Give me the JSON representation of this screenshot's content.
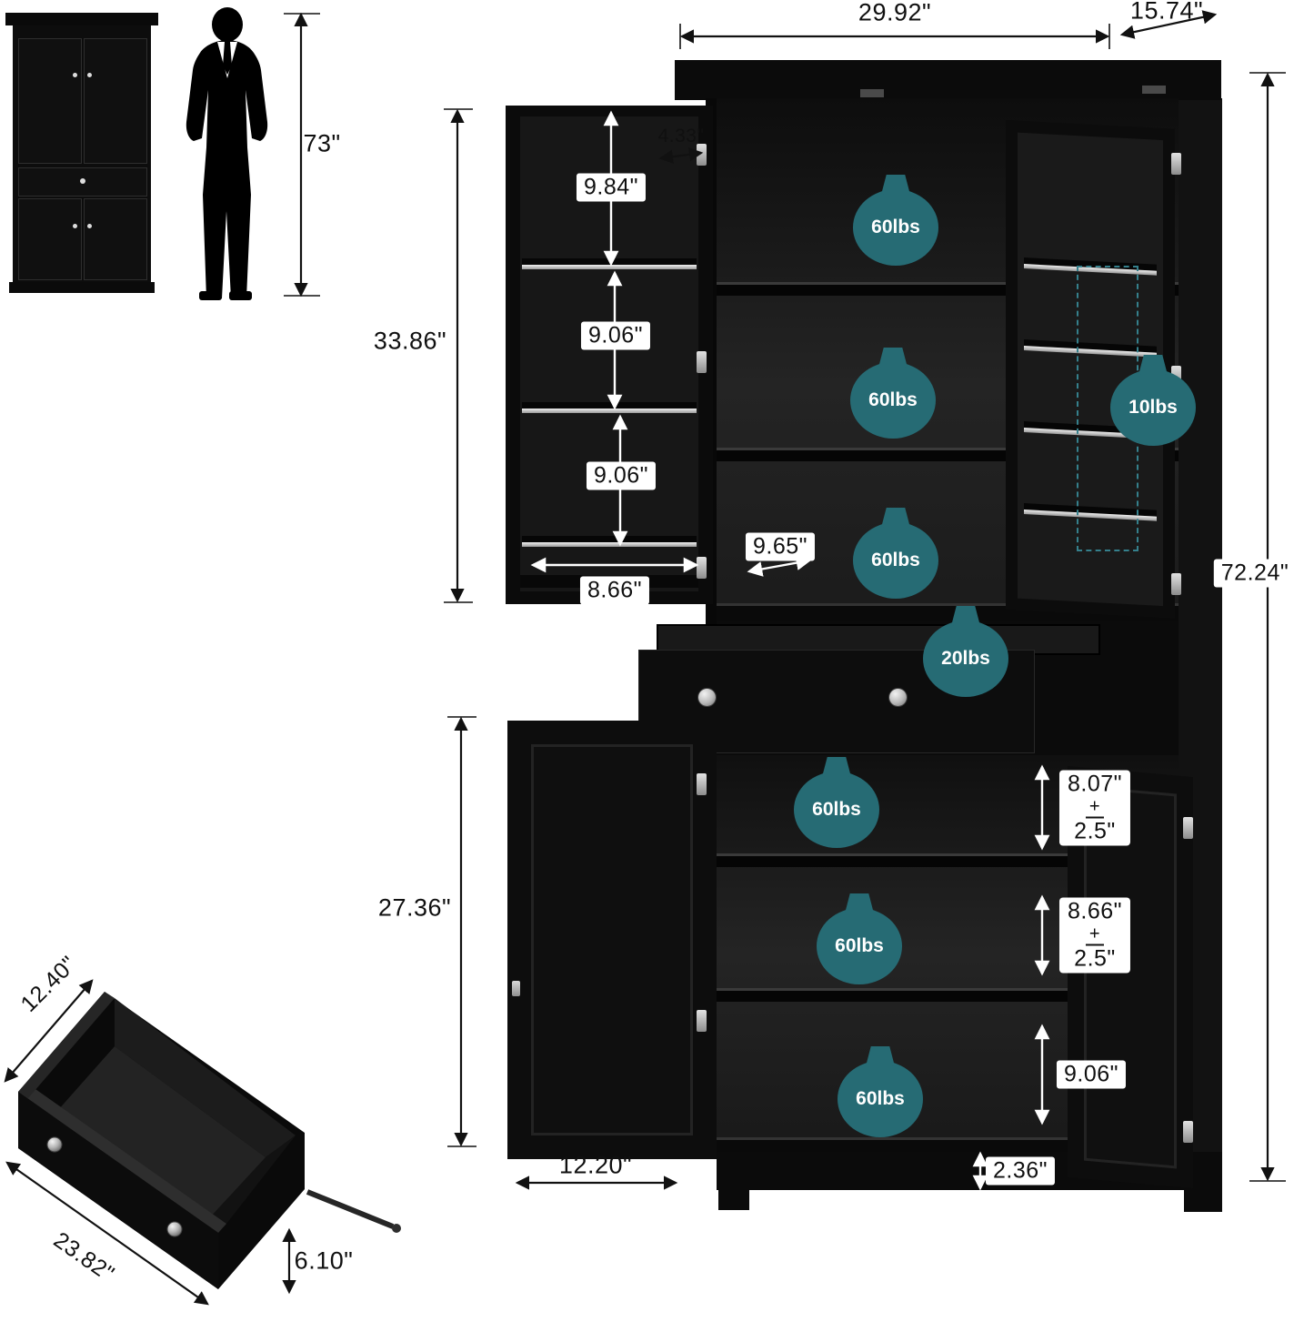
{
  "meta": {
    "type": "product-dimension-diagram"
  },
  "colors": {
    "cabinet": "#0c0c0c",
    "interior": "#1a1a1a",
    "badge_teal": "#266b74",
    "metal": "#c3c3c3",
    "dimension_text": "#111111",
    "highlight_dash": "#35808c"
  },
  "person": {
    "height": "73\""
  },
  "cabinet": {
    "overall": {
      "width": "29.92\"",
      "depth": "15.74\"",
      "height": "72.24\""
    },
    "upper_doors": {
      "height": "33.86\"",
      "width": "8.66\"",
      "rack_depth": "4.33\"",
      "rack_gap_top": "9.84\"",
      "rack_gap_middle": "9.06\"",
      "rack_gap_bottom": "9.06\"",
      "rack_capacity": "10lbs"
    },
    "upper_interior": {
      "depth": "9.65\"",
      "shelf_capacity_1": "60lbs",
      "shelf_capacity_2": "60lbs",
      "shelf_capacity_3": "60lbs"
    },
    "drawer": {
      "capacity": "20lbs"
    },
    "lower": {
      "door_height": "27.36\"",
      "door_width": "12.20\"",
      "base_height": "2.36\"",
      "gap_1": "8.07\"",
      "gap_1_plus": "+",
      "gap_1_adj": "2.5\"",
      "gap_2": "8.66\"",
      "gap_2_plus": "+",
      "gap_2_adj": "2.5\"",
      "gap_3": "9.06\"",
      "shelf_capacity_1": "60lbs",
      "shelf_capacity_2": "60lbs",
      "shelf_capacity_3": "60lbs"
    }
  },
  "drawer_detail": {
    "width": "12.40\"",
    "length": "23.82\"",
    "height": "6.10\""
  }
}
